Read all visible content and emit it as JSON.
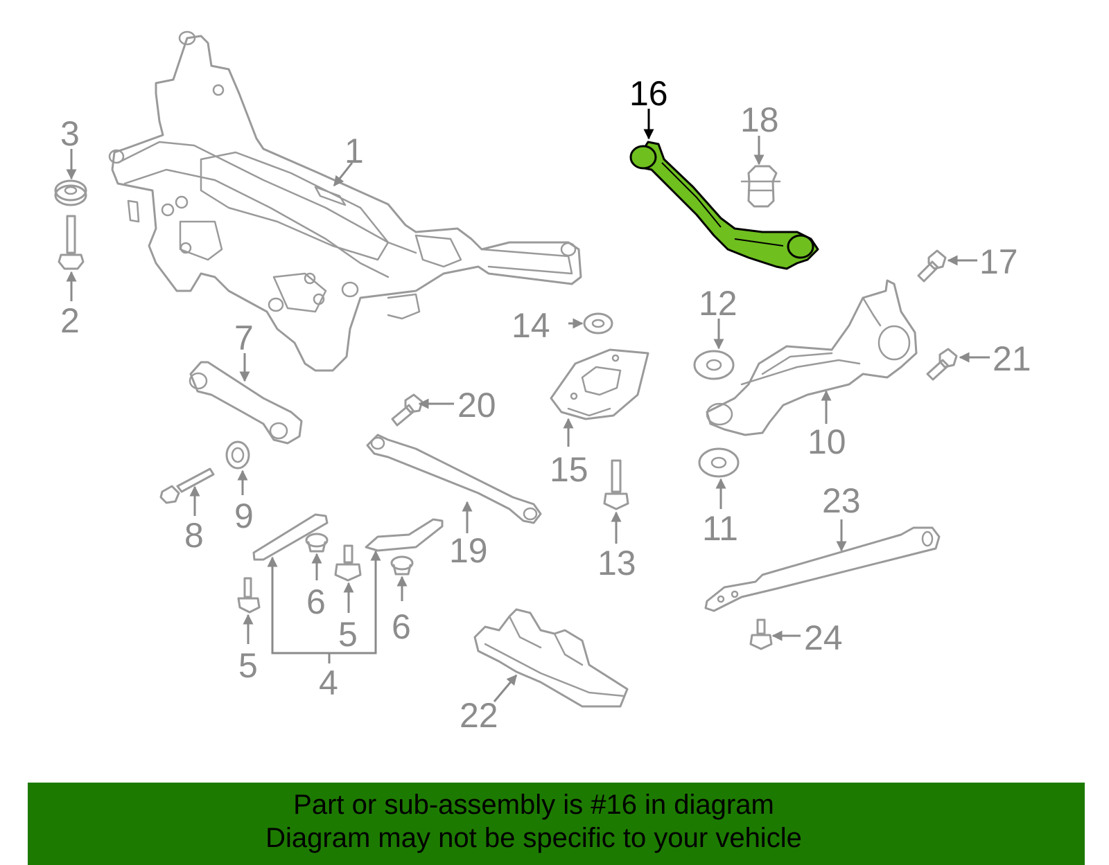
{
  "diagram": {
    "highlight_color": "#6fbf1f",
    "highlighted_callout": "16",
    "callouts": {
      "c1": "1",
      "c2": "2",
      "c3": "3",
      "c4": "4",
      "c5a": "5",
      "c5b": "5",
      "c6a": "6",
      "c6b": "6",
      "c7": "7",
      "c8": "8",
      "c9": "9",
      "c10": "10",
      "c11": "11",
      "c12": "12",
      "c13": "13",
      "c14": "14",
      "c15": "15",
      "c16": "16",
      "c17": "17",
      "c18": "18",
      "c19": "19",
      "c20": "20",
      "c21": "21",
      "c22": "22",
      "c23": "23",
      "c24": "24"
    }
  },
  "banner": {
    "background": "#1d7a00",
    "line1": "Part or sub-assembly is #16 in diagram",
    "line2": "Diagram may not be specific to your vehicle"
  }
}
